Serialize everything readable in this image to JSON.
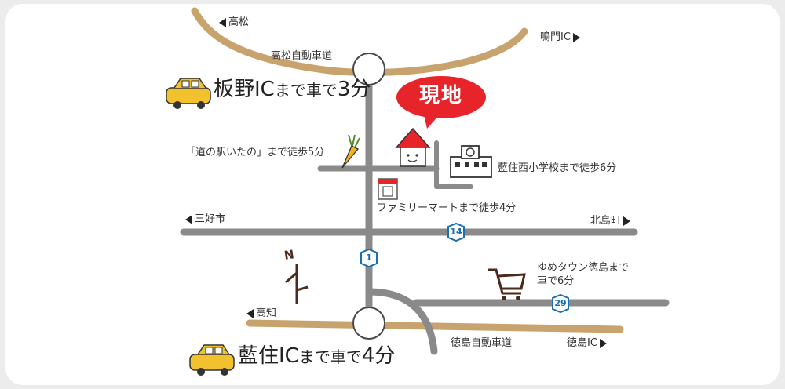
{
  "labels": {
    "takamatsu": "高松",
    "naruto_ic": "鳴門IC",
    "takamatsu_expressway": "高松自動車道",
    "itano_ic_prefix": "板野IC",
    "itano_ic_suffix": "まで車で",
    "itano_ic_min": "3分",
    "current_location": "現地",
    "michinoeki": "「道の駅いたの」まで徒歩5分",
    "aizumi_nishi_school": "藍住西小学校まで徒歩6分",
    "familymart": "ファミリーマートまで徒歩4分",
    "miyoshi": "三好市",
    "kitajima": "北島町",
    "youme_town_line1": "ゆめタウン徳島まで",
    "youme_town_line2": "車で6分",
    "kochi": "高知",
    "tokushima_expressway": "徳島自動車道",
    "tokushima_ic": "徳島IC",
    "aizumi_ic_prefix": "藍住IC",
    "aizumi_ic_suffix": "まで車で",
    "aizumi_ic_min": "4分",
    "north": "N"
  },
  "routes": [
    "14",
    "1",
    "29"
  ],
  "colors": {
    "background": "#ffffff",
    "outer": "#ececec",
    "main_road": "#8a8a8a",
    "expressway": "#c9a36e",
    "callout": "#e8242b",
    "route_sign": "#1a6fb0",
    "car": "#f2c12e"
  }
}
